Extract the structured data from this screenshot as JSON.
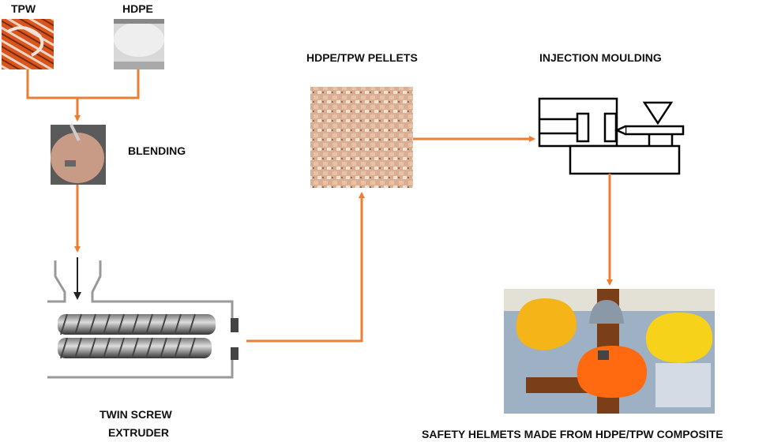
{
  "diagram": {
    "title": "HDPE/TPW composite safety helmet process flow",
    "colors": {
      "arrow": "#ed7d31",
      "machine_outline": "#000000",
      "label": "#111111"
    },
    "nodes": {
      "tpw": {
        "label": "TPW",
        "image": "shredded-tyre-plastic-waste-photo"
      },
      "hdpe": {
        "label": "HDPE",
        "image": "hdpe-granules-photo"
      },
      "blending": {
        "label": "BLENDING",
        "image": "blending-mixer-photo"
      },
      "extruder": {
        "label_line1": "TWIN SCREW",
        "label_line2": "EXTRUDER",
        "image": "twin-screw-extruder-schematic"
      },
      "pellets": {
        "label": "HDPE/TPW PELLETS",
        "image": "composite-pellets-photo"
      },
      "injection": {
        "label": "INJECTION MOULDING",
        "image": "injection-moulding-machine-schematic"
      },
      "helmets": {
        "label": "SAFETY HELMETS MADE FROM HDPE/TPW COMPOSITE",
        "image": "safety-helmets-photo"
      }
    },
    "edges": [
      {
        "from": "TPW",
        "to": "BLENDING"
      },
      {
        "from": "HDPE",
        "to": "BLENDING"
      },
      {
        "from": "BLENDING",
        "to": "TWIN SCREW EXTRUDER"
      },
      {
        "from": "TWIN SCREW EXTRUDER",
        "to": "HDPE/TPW PELLETS"
      },
      {
        "from": "HDPE/TPW PELLETS",
        "to": "INJECTION MOULDING"
      },
      {
        "from": "INJECTION MOULDING",
        "to": "SAFETY HELMETS"
      }
    ]
  }
}
